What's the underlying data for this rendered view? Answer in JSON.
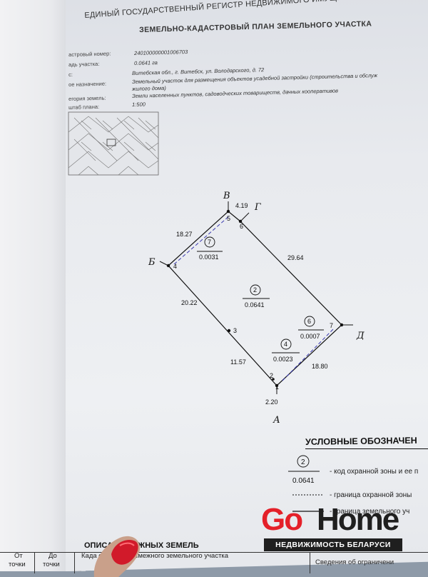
{
  "header": {
    "registry_title": "ЕДИНЫЙ ГОСУДАРСТВЕННЫЙ РЕГИСТР НЕДВИЖИМОГО ИМУЩЕСТВА, ПРАВ НА НЕГО И СДЕЛОК С НИМ",
    "document_title": "ЗЕМЕЛЬНО-КАДАСТРОВЫЙ ПЛАН ЗЕМЕЛЬНОГО УЧАСТКА"
  },
  "fields": [
    {
      "label": "астровый номер:",
      "value": "240100000001006703"
    },
    {
      "label": "адь участка:",
      "value": "0.0641  га"
    },
    {
      "label": "с:",
      "value": "Витебская обл., г. Витебск, ул. Володарского, д. 72"
    },
    {
      "label": "ое назначение:",
      "value": "Земельный участок для размещения объектов усадебной застройки (строительства и обслуж"
    },
    {
      "label": "",
      "value": "жилого дома)"
    },
    {
      "label": "егория земель:",
      "value": "Земли населенных пунктов, садоводческих товариществ, дачных кооперативов"
    },
    {
      "label": "штаб плана:",
      "value": "1:500"
    }
  ],
  "plan": {
    "corners": {
      "A": "А",
      "B": "Б",
      "V": "В",
      "G": "Г",
      "D": "Д"
    },
    "points": [
      "1",
      "2",
      "3",
      "4",
      "5",
      "6",
      "7"
    ],
    "lengths": {
      "top": "4.19",
      "upper_left": "18.27",
      "upper_right": "29.64",
      "lower_left_a": "20.22",
      "lower_left_b": "11.57",
      "lower_right": "18.80",
      "bottom": "2.20"
    },
    "zones": [
      {
        "code": "7",
        "area": "0.0031"
      },
      {
        "code": "2",
        "area": "0.0641"
      },
      {
        "code": "6",
        "area": "0.0007"
      },
      {
        "code": "4",
        "area": "0.0023"
      }
    ]
  },
  "legend": {
    "title": "УСЛОВНЫЕ ОБОЗНАЧЕН",
    "sample_code": "2",
    "sample_area": "0.0641",
    "item_code": "- код охранной зоны и ее п",
    "item_boundary": "- граница охранной зоны",
    "item_parcel": "- граница земельного уч"
  },
  "logo": {
    "go": "Go",
    "home": "Home",
    "tagline": "НЕДВИЖИМОСТЬ БЕЛАРУСИ"
  },
  "table": {
    "title": "ОПИСАН   СМЕЖНЫХ ЗЕМЕЛЬ",
    "col1": "От",
    "col1b": "точки",
    "col2": "До",
    "col2b": "точки",
    "col3": "Када       ок и номер смежного земельного участка",
    "col4": "Сведения об ограничени"
  }
}
